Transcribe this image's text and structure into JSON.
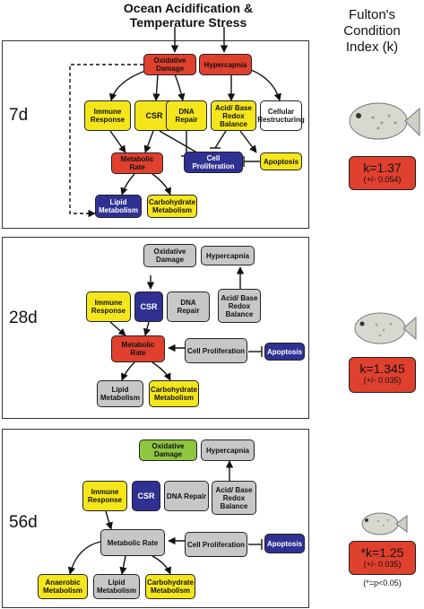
{
  "header": {
    "title_line1": "Ocean Acidification &",
    "title_line2": "Temperature Stress"
  },
  "fulton": {
    "line1": "Fulton's",
    "line2": "Condition",
    "line3": "Index (k)"
  },
  "panels": [
    {
      "day": "7d",
      "boxes": {
        "oxidative_damage": "Oxidative Damage",
        "hypercapnia": "Hypercapnia",
        "immune_response": "Immune Response",
        "csr": "CSR",
        "dna_repair": "DNA Repair",
        "acid_base": "Acid/ Base Redox Balance",
        "cellular_restructuring": "Cellular Restructuring",
        "metabolic_rate": "Metabolic Rate",
        "cell_proliferation": "Cell Proliferation",
        "apoptosis": "Apoptosis",
        "lipid_metabolism": "Lipid Metabolism",
        "carbohydrate_metabolism": "Carbohydrate Metabolism"
      },
      "k_value": "k=1.37",
      "k_sd": "(+/- 0.054)"
    },
    {
      "day": "28d",
      "boxes": {
        "oxidative_damage": "Oxidative Damage",
        "hypercapnia": "Hypercapnia",
        "immune_response": "Immune Response",
        "csr": "CSR",
        "dna_repair": "DNA Repair",
        "acid_base": "Acid/ Base Redox Balance",
        "metabolic_rate": "Metabolic Rate",
        "cell_proliferation": "Cell Proliferation",
        "apoptosis": "Apoptosis",
        "lipid_metabolism": "Lipid Metabolism",
        "carbohydrate_metabolism": "Carbohydrate Metabolism"
      },
      "k_value": "k=1.345",
      "k_sd": "(+/- 0.035)"
    },
    {
      "day": "56d",
      "boxes": {
        "oxidative_damage": "Oxidative Damage",
        "hypercapnia": "Hypercapnia",
        "immune_response": "Immune Response",
        "csr": "CSR",
        "dna_repair": "DNA Repair",
        "acid_base": "Acid/ Base Redox Balance",
        "metabolic_rate": "Metabolic Rate",
        "cell_proliferation": "Cell Proliferation",
        "apoptosis": "Apoptosis",
        "anaerobic_metabolism": "Anaerobic Metabolism",
        "lipid_metabolism": "Lipid Metabolism",
        "carbohydrate_metabolism": "Carbohydrate Metabolism"
      },
      "k_value": "*k=1.25",
      "k_sd": "(+/- 0.035)",
      "significance_note": "(*=p<0.05)"
    }
  ],
  "colors": {
    "up": "#e0402e",
    "down": "#2f3192",
    "mixed": "#f5e61c",
    "no_change": "#c7c7c7",
    "oxidative_56d": "#8dc63f"
  }
}
